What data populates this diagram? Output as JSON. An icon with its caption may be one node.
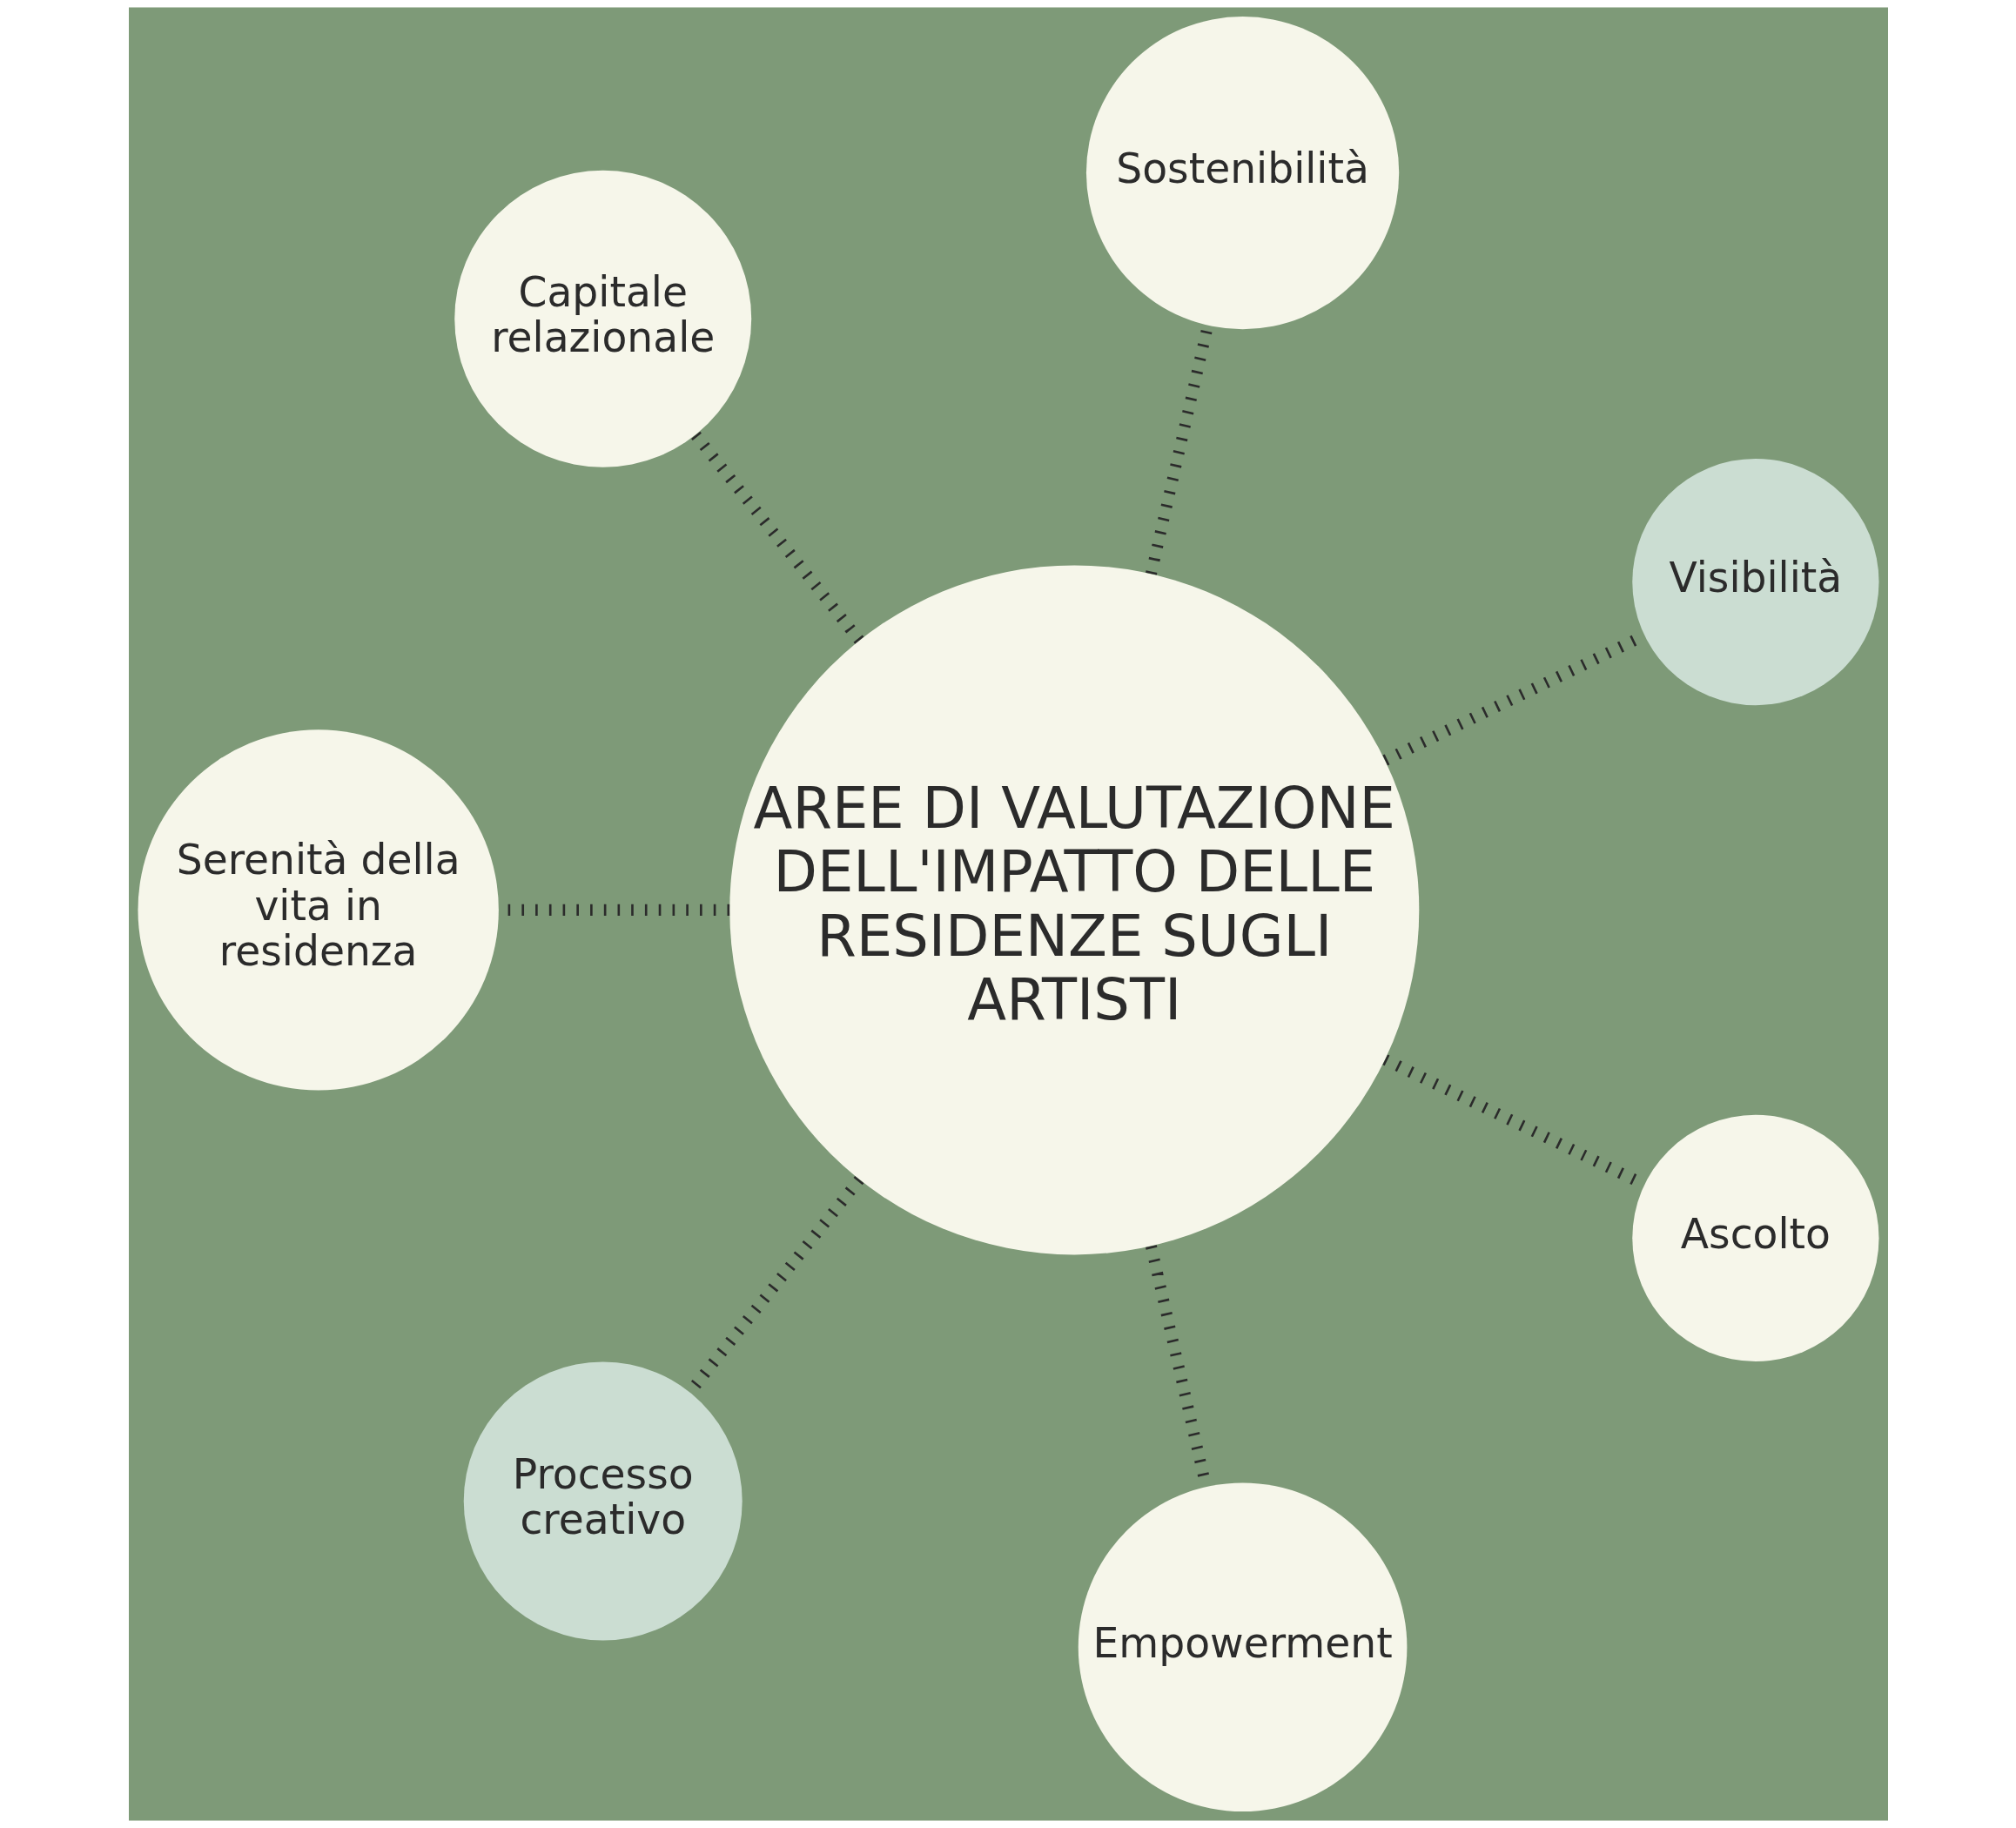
{
  "diagram": {
    "nodes": [
      {
        "text": [
          "AREE DI VALUTAZIONE DELL'IMPATTO DELLE RESIDENZE SUGLI ARTISTI"
        ]
      },
      {
        "text": [
          "Visibilità"
        ]
      },
      {
        "text": [
          "Sostenibilità"
        ]
      },
      {
        "text": [
          "Capitale relazionale"
        ]
      },
      {
        "text": [
          "Serenità della vita in residenza"
        ]
      },
      {
        "text": [
          "Processo creativo"
        ]
      },
      {
        "text": [
          "Empowerment"
        ]
      },
      {
        "text": [
          "Ascolto"
        ]
      }
    ],
    "edges": [
      {
        "from": 0,
        "to": 1,
        "arrow": "none",
        "style": "dashed"
      },
      {
        "from": 0,
        "to": 2,
        "arrow": "none",
        "style": "dashed"
      },
      {
        "from": 0,
        "to": 3,
        "arrow": "none",
        "style": "dashed"
      },
      {
        "from": 0,
        "to": 4,
        "arrow": "none",
        "style": "dashed"
      },
      {
        "from": 0,
        "to": 5,
        "arrow": "none",
        "style": "dashed"
      },
      {
        "from": 0,
        "to": 6,
        "arrow": "none",
        "style": "dashed"
      },
      {
        "from": 0,
        "to": 7,
        "arrow": "none",
        "style": "dashed"
      }
    ]
  }
}
